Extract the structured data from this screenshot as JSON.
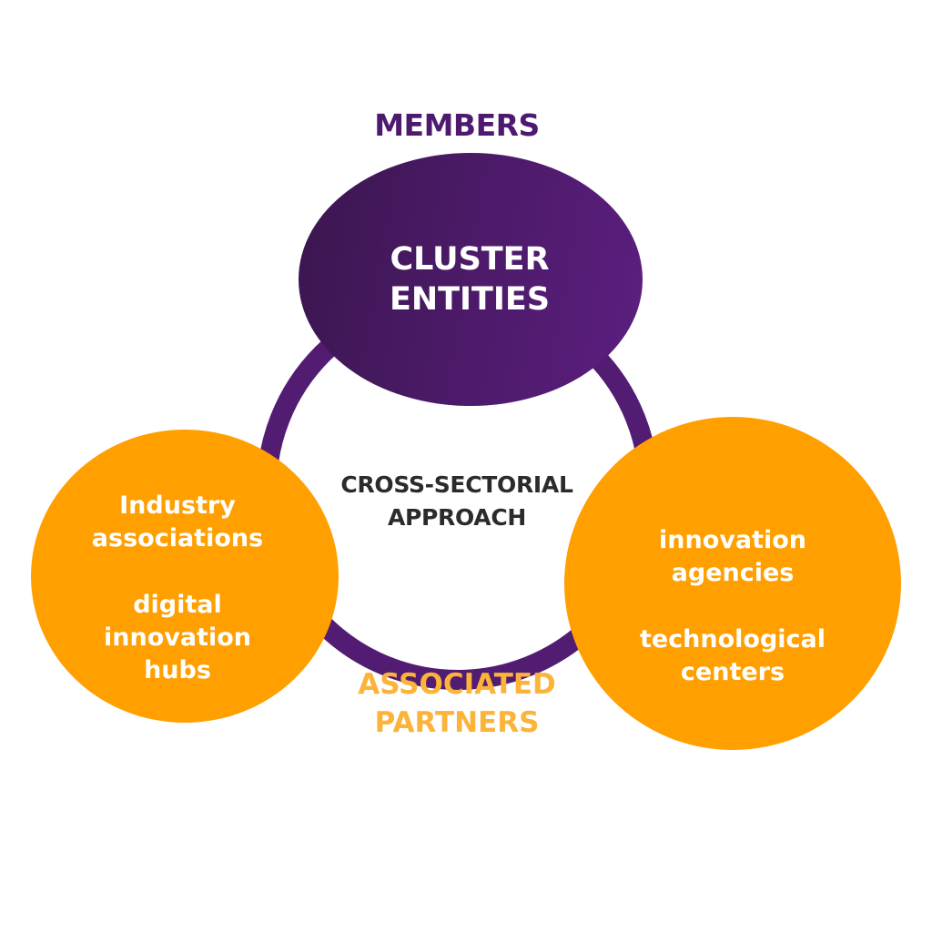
{
  "diagram": {
    "top_label": "MEMBERS",
    "top_node": {
      "lines": [
        "CLUSTER",
        "ENTITIES"
      ]
    },
    "center_label": {
      "lines": [
        "CROSS-SECTORIAL",
        "APPROACH"
      ]
    },
    "bottom_label": {
      "lines": [
        "ASSOCIATED",
        "PARTNERS"
      ]
    },
    "left_node": {
      "groups": [
        [
          "Industry",
          "associations"
        ],
        [
          "digital",
          "innovation",
          "hubs"
        ]
      ]
    },
    "right_node": {
      "groups": [
        [
          "innovation",
          "agencies"
        ],
        [
          "technological",
          "centers"
        ]
      ]
    },
    "colors": {
      "purple": "#531c73",
      "purple_dark": "#3a164e",
      "orange": "#ff9f00",
      "orange_light": "#fbb33a",
      "text_dark": "#2b2b2e"
    }
  }
}
